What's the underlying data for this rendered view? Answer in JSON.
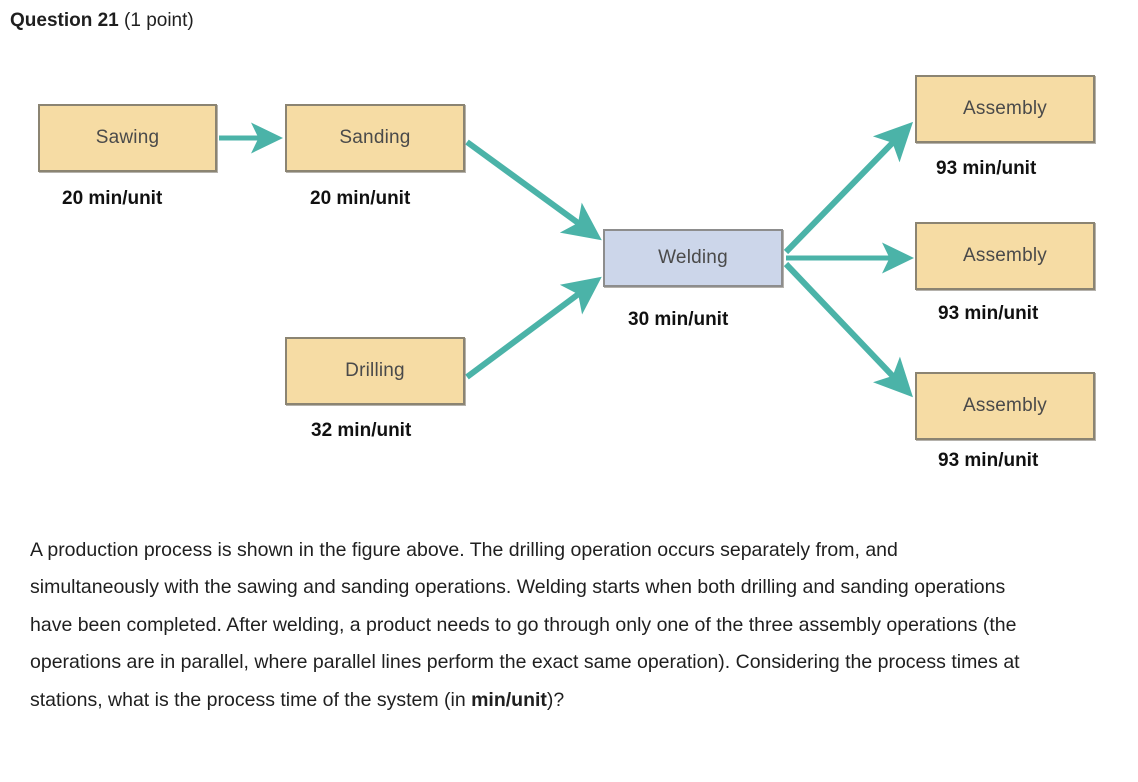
{
  "header": {
    "question_label": "Question 21",
    "points": "(1 point)"
  },
  "figure": {
    "arrow_color": "#4bb3a8",
    "tan_fill": "#f6dca4",
    "blue_fill": "#ccd6ea",
    "nodes": [
      {
        "id": "sawing",
        "label": "Sawing",
        "caption": "20 min/unit",
        "fill": "tan"
      },
      {
        "id": "sanding",
        "label": "Sanding",
        "caption": "20 min/unit",
        "fill": "tan"
      },
      {
        "id": "drilling",
        "label": "Drilling",
        "caption": "32 min/unit",
        "fill": "tan"
      },
      {
        "id": "welding",
        "label": "Welding",
        "caption": "30 min/unit",
        "fill": "blue"
      },
      {
        "id": "assembly-1",
        "label": "Assembly",
        "caption": "93 min/unit",
        "fill": "tan"
      },
      {
        "id": "assembly-2",
        "label": "Assembly",
        "caption": "93 min/unit",
        "fill": "tan"
      },
      {
        "id": "assembly-3",
        "label": "Assembly",
        "caption": "93 min/unit",
        "fill": "tan"
      }
    ],
    "edges": [
      {
        "from": "sawing",
        "to": "sanding"
      },
      {
        "from": "sanding",
        "to": "welding"
      },
      {
        "from": "drilling",
        "to": "welding"
      },
      {
        "from": "welding",
        "to": "assembly-1"
      },
      {
        "from": "welding",
        "to": "assembly-2"
      },
      {
        "from": "welding",
        "to": "assembly-3"
      }
    ]
  },
  "body": {
    "line1": "A production process is shown in the figure above. The drilling operation occurs separately from, and simultaneously with the sawing and sanding operations. Welding starts when both drilling and sanding operations have been completed. After welding, a product needs to go through only one of the three assembly operations (the operations are in parallel, where parallel lines perform the exact same operation). Considering the process times at stations, what is the process time of the system (in ",
    "bold_term": "min/unit",
    "line_end": ")?"
  }
}
